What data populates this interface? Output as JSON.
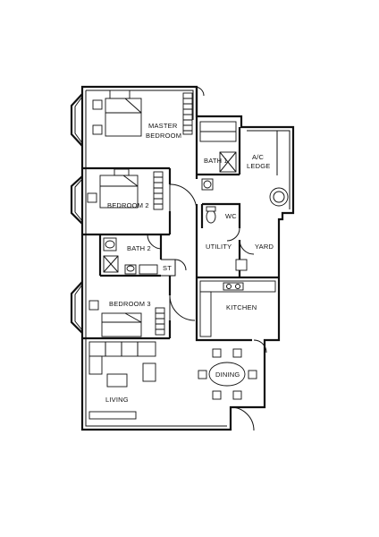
{
  "floor_plan": {
    "rooms": {
      "master_bedroom": [
        "MASTER",
        "BEDROOM"
      ],
      "bath_1": "BATH 1",
      "ac_ledge": [
        "A/C",
        "LEDGE"
      ],
      "wc": "WC",
      "bedroom_2": "BEDROOM 2",
      "bath_2": "BATH 2",
      "store": "ST",
      "utility": "UTILITY",
      "yard": "YARD",
      "kitchen": "KITCHEN",
      "bedroom_3": "BEDROOM 3",
      "dining": "DINING",
      "living": "LIVING"
    }
  }
}
